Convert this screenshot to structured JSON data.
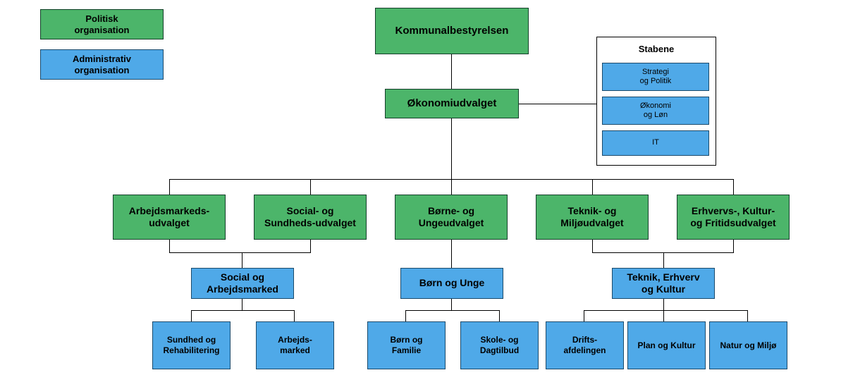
{
  "legend": {
    "political": "Politisk\norganisation",
    "political_line1": "Politisk",
    "political_line2": "organisation",
    "administrative_line1": "Administrativ",
    "administrative_line2": "organisation"
  },
  "colors": {
    "political": "#4cb56a",
    "administrative": "#4fa9e8",
    "outline": "#000000",
    "background": "#ffffff"
  },
  "nodes": {
    "kommunalbestyrelsen": "Kommunalbestyrelsen",
    "okonomiudvalget": "Økonomiudvalget",
    "stabene_title": "Stabene",
    "stabene": [
      {
        "line1": "Strategi",
        "line2": "og Politik"
      },
      {
        "line1": "Økonomi",
        "line2": "og Løn"
      },
      {
        "line1": "IT",
        "line2": ""
      }
    ],
    "committees": [
      {
        "line1": "Arbejdsmarkeds-",
        "line2": "udvalget"
      },
      {
        "line1": "Social- og",
        "line2": "Sundheds-udvalget"
      },
      {
        "line1": "Børne- og",
        "line2": "Ungeudvalget"
      },
      {
        "line1": "Teknik- og",
        "line2": "Miljøudvalget"
      },
      {
        "line1": "Erhvervs-, Kultur-",
        "line2": "og Fritidsudvalget"
      }
    ],
    "directorates": [
      {
        "line1": "Social og",
        "line2": "Arbejdsmarked"
      },
      {
        "line1": "Børn og Unge",
        "line2": ""
      },
      {
        "line1": "Teknik, Erhverv",
        "line2": "og Kultur"
      }
    ],
    "departments": [
      {
        "line1": "Sundhed og",
        "line2": "Rehabilitering"
      },
      {
        "line1": "Arbejds-",
        "line2": "marked"
      },
      {
        "line1": "Børn og",
        "line2": "Familie"
      },
      {
        "line1": "Skole- og",
        "line2": "Dagtilbud"
      },
      {
        "line1": "Drifts-",
        "line2": "afdelingen"
      },
      {
        "line1": "Plan og Kultur",
        "line2": ""
      },
      {
        "line1": "Natur og Miljø",
        "line2": ""
      }
    ]
  }
}
